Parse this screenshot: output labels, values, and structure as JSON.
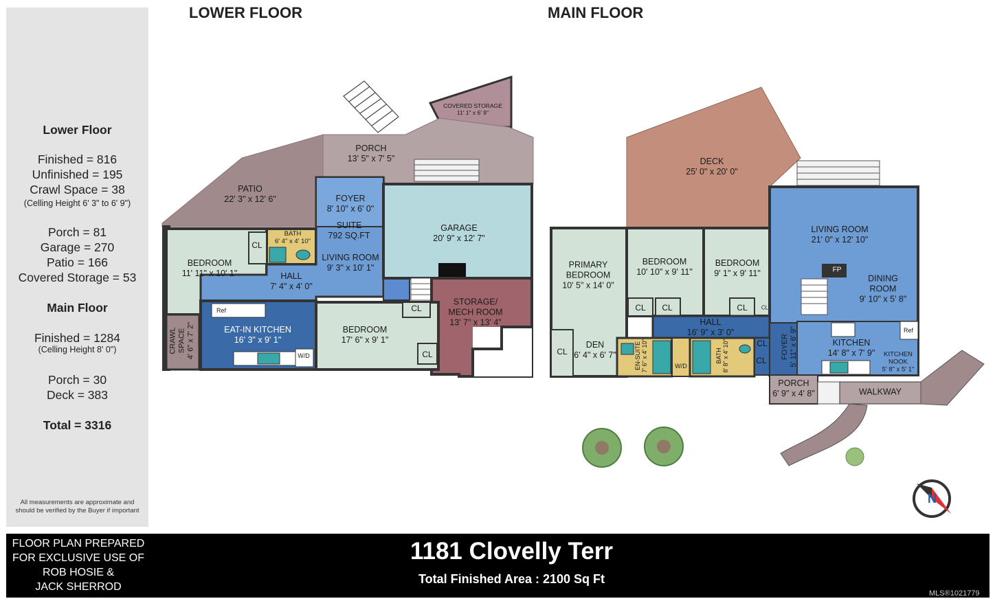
{
  "sidebar": {
    "lower_heading": "Lower Floor",
    "finished": "Finished = 816",
    "unfinished": "Unfinished = 195",
    "crawl": "Crawl Space = 38",
    "lower_ceiling": "(Celling Height 6' 3\" to 6' 9\")",
    "porch": "Porch = 81",
    "garage": "Garage = 270",
    "patio": "Patio = 166",
    "covered": "Covered Storage = 53",
    "main_heading": "Main Floor",
    "main_finished": "Finished = 1284",
    "main_ceiling": "(Celling Height 8' 0\")",
    "main_porch": "Porch = 30",
    "deck": "Deck = 383",
    "total": "Total = 3316",
    "note1": "All measurements are approximate and",
    "note2": "should be verified by the Buyer if important"
  },
  "lower": {
    "title": "LOWER FLOOR",
    "covered_storage": {
      "name": "COVERED STORAGE",
      "dim": "11' 1\" x 6' 9\""
    },
    "porch": {
      "name": "PORCH",
      "dim": "13' 5\" x 7' 5\""
    },
    "patio": {
      "name": "PATIO",
      "dim": "22' 3\" x 12' 6\""
    },
    "foyer": {
      "name": "FOYER",
      "dim": "8' 10\" x 6' 0\""
    },
    "suite": {
      "name": "SUITE",
      "dim": "792 SQ.FT"
    },
    "garage": {
      "name": "GARAGE",
      "dim": "20' 9\" x 12' 7\""
    },
    "bath": {
      "name": "BATH",
      "dim": "6' 4\" x 4' 10\""
    },
    "bedroom1": {
      "name": "BEDROOM",
      "dim": "11' 11\" x 10' 1\""
    },
    "living": {
      "name": "LIVING ROOM",
      "dim": "9' 3\" x 10' 1\""
    },
    "hall": {
      "name": "HALL",
      "dim": "7' 4\" x 4' 0\""
    },
    "storage": {
      "name1": "STORAGE/",
      "name2": "MECH ROOM",
      "dim": "13' 7\" x 13' 4\""
    },
    "kitchen": {
      "name": "EAT-IN KITCHEN",
      "dim": "16' 3\" x 9' 1\""
    },
    "bedroom2": {
      "name": "BEDROOM",
      "dim": "17' 6\" x 9' 1\""
    },
    "crawl": {
      "name1": "CRAWL",
      "name2": "SPACE",
      "dim": "4' 6\" x 7' 2\""
    },
    "cl": "CL",
    "ref": "Ref",
    "wd": "W/D"
  },
  "main": {
    "title": "MAIN FLOOR",
    "deck": {
      "name": "DECK",
      "dim": "25' 0\" x 20' 0\""
    },
    "living": {
      "name": "LIVING ROOM",
      "dim": "21' 0\" x 12' 10\""
    },
    "primary": {
      "name1": "PRIMARY",
      "name2": "BEDROOM",
      "dim": "10' 5\" x 14' 0\""
    },
    "bedroom1": {
      "name": "BEDROOM",
      "dim": "10' 10\" x 9' 11\""
    },
    "bedroom2": {
      "name": "BEDROOM",
      "dim": "9' 1\" x 9' 11\""
    },
    "fp": "FP",
    "dining": {
      "name": "DINING",
      "name2": "ROOM",
      "dim": "9' 10\" x 5' 8\""
    },
    "hall": {
      "name": "HALL",
      "dim": "16' 9\" x 3' 0\""
    },
    "den": {
      "name": "DEN",
      "dim": "6' 4\" x 6' 7\""
    },
    "ensuite": {
      "name": "EN-SUITE",
      "dim": "7' 6\" x 4' 10\""
    },
    "bath": {
      "name": "BATH",
      "dim": "8' 8\" x 4' 10\""
    },
    "foyer": {
      "name": "FOYER",
      "dim": "5' 11\" x 6' 9\""
    },
    "kitchen": {
      "name": "KITCHEN",
      "dim": "14' 8\" x 7' 9\""
    },
    "nook": {
      "name1": "KITCHEN",
      "name2": "NOOK",
      "dim": "5' 8\" x 5' 1\""
    },
    "porch": {
      "name": "PORCH",
      "dim": "6' 9\" x 4' 8\""
    },
    "walkway": "WALKWAY",
    "cl": "CL",
    "ref": "Ref",
    "wd": "W/D"
  },
  "footer": {
    "prepared1": "FLOOR PLAN PREPARED",
    "prepared2": "FOR EXCLUSIVE USE OF",
    "prepared3": "ROB HOSIE &",
    "prepared4": "JACK SHERROD",
    "address": "1181 Clovelly Terr",
    "total": "Total Finished Area : 2100 Sq Ft",
    "mls": "MLS®1021779"
  },
  "colors": {
    "patio": "#a08a8c",
    "deck": "#c38f7c",
    "garage": "#b6d9de",
    "blue": "#6e9cd4",
    "dark_blue": "#3a6aa8",
    "storage": "#a0656c",
    "green_room": "#d2e2d6",
    "bath_yellow": "#e3c97a"
  }
}
